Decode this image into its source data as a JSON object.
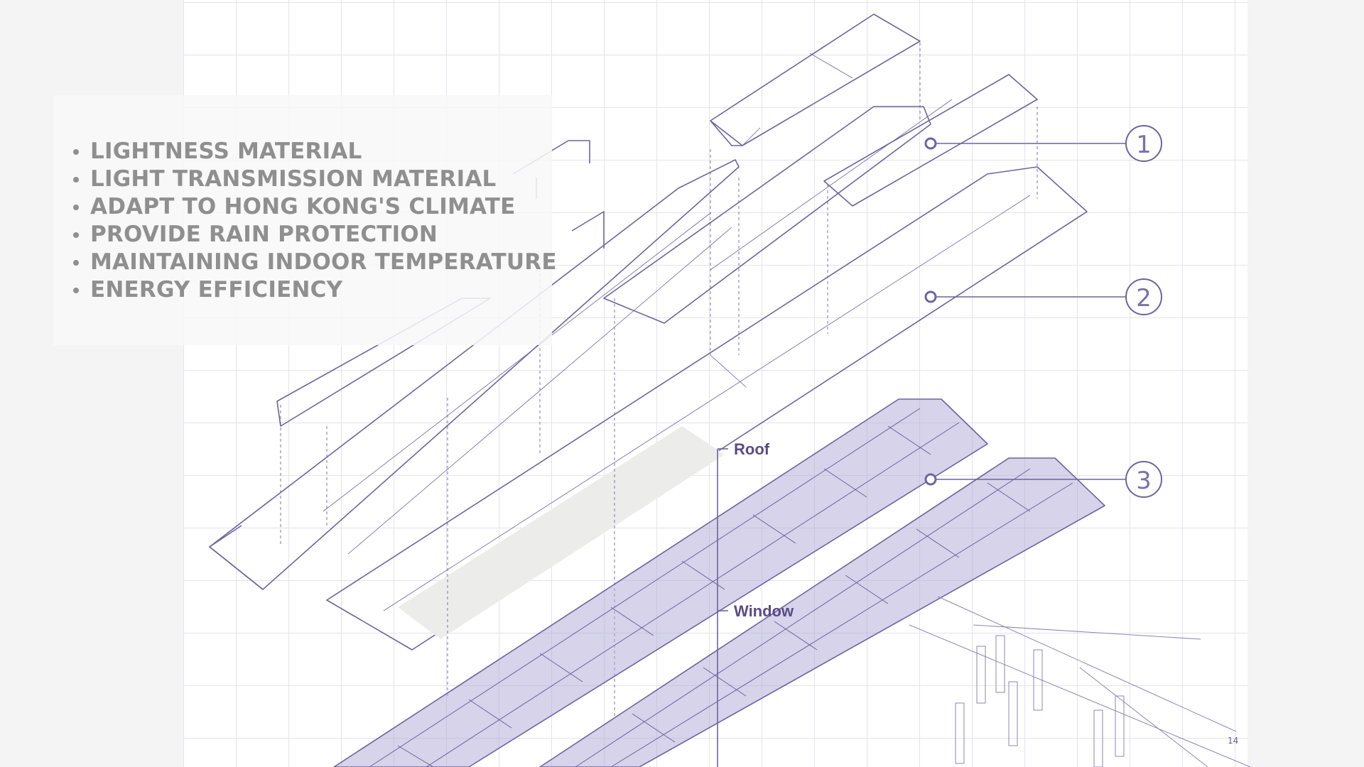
{
  "bullets": [
    "LIGHTNESS MATERIAL",
    "LIGHT TRANSMISSION MATERIAL",
    "ADAPT TO HONG KONG'S CLIMATE",
    "PROVIDE RAIN PROTECTION",
    "MAINTAINING INDOOR TEMPERATURE",
    "ENERGY EFFICIENCY"
  ],
  "callouts": [
    "1",
    "2",
    "3"
  ],
  "labels": {
    "roof": "Roof",
    "window": "Window"
  },
  "page_number": "14",
  "colors": {
    "line": "#6e649e",
    "fill": "#b4aed8",
    "grid": "#e3e3ec",
    "text_gray": "#8f8f8f"
  }
}
